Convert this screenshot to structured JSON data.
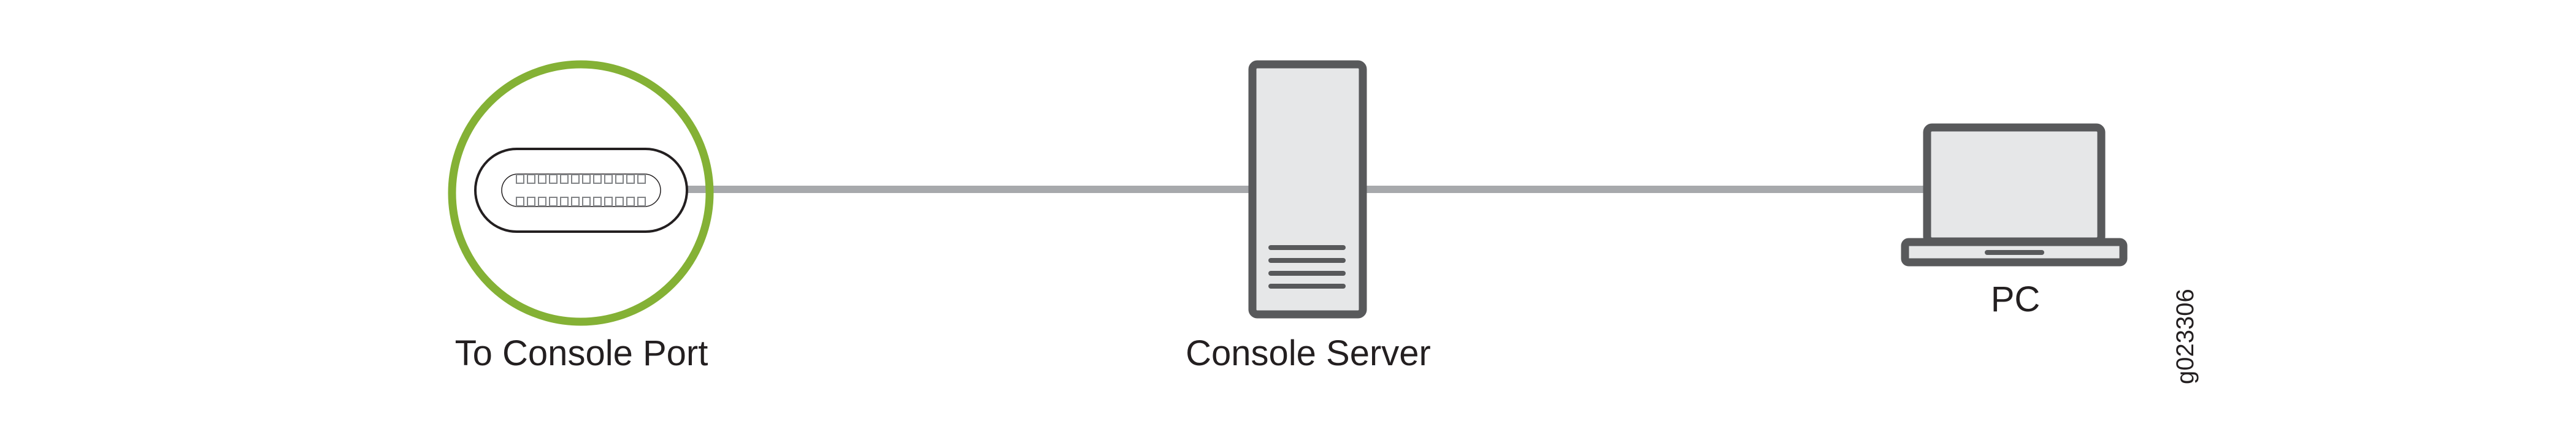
{
  "diagram": {
    "type": "connection-diagram",
    "nodes": [
      {
        "id": "console-port",
        "label": "To Console Port",
        "icon": "usb-c-port-icon",
        "highlight_color": "#84B135"
      },
      {
        "id": "console-server",
        "label": "Console Server",
        "icon": "server-tower-icon"
      },
      {
        "id": "pc",
        "label": "PC",
        "icon": "laptop-icon"
      }
    ],
    "edges": [
      {
        "from": "console-port",
        "to": "console-server",
        "style": "solid",
        "color": "#A7A9AC"
      },
      {
        "from": "console-server",
        "to": "pc",
        "style": "solid",
        "color": "#A7A9AC"
      }
    ],
    "figure_id": "g023306"
  },
  "colors": {
    "highlight": "#84B135",
    "cable": "#A7A9AC",
    "device_stroke": "#58595B",
    "device_fill": "#E6E7E8",
    "connector_stroke": "#231F20",
    "pin_stroke": "#808285",
    "text": "#231F20"
  }
}
